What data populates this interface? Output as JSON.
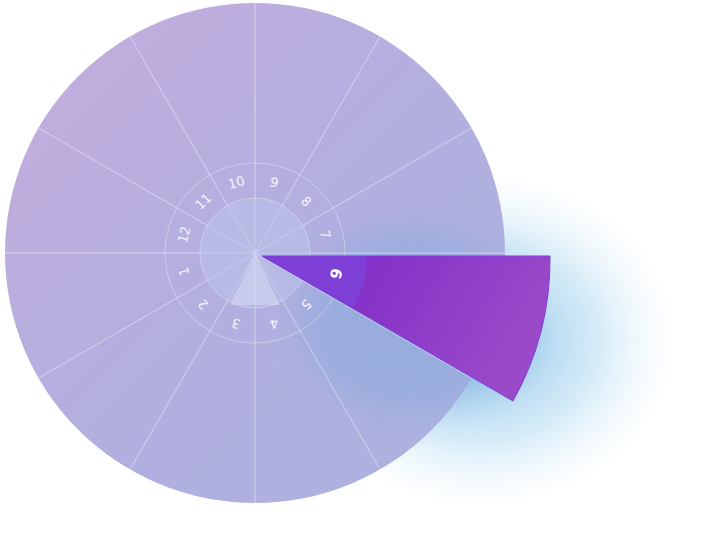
{
  "diagram": {
    "nodes": [
      {
        "text": [
          "6"
        ]
      }
    ],
    "labels": [
      "10",
      "9",
      "8",
      "7",
      "5",
      "4",
      "3",
      "2",
      "1",
      "12",
      "11"
    ]
  }
}
